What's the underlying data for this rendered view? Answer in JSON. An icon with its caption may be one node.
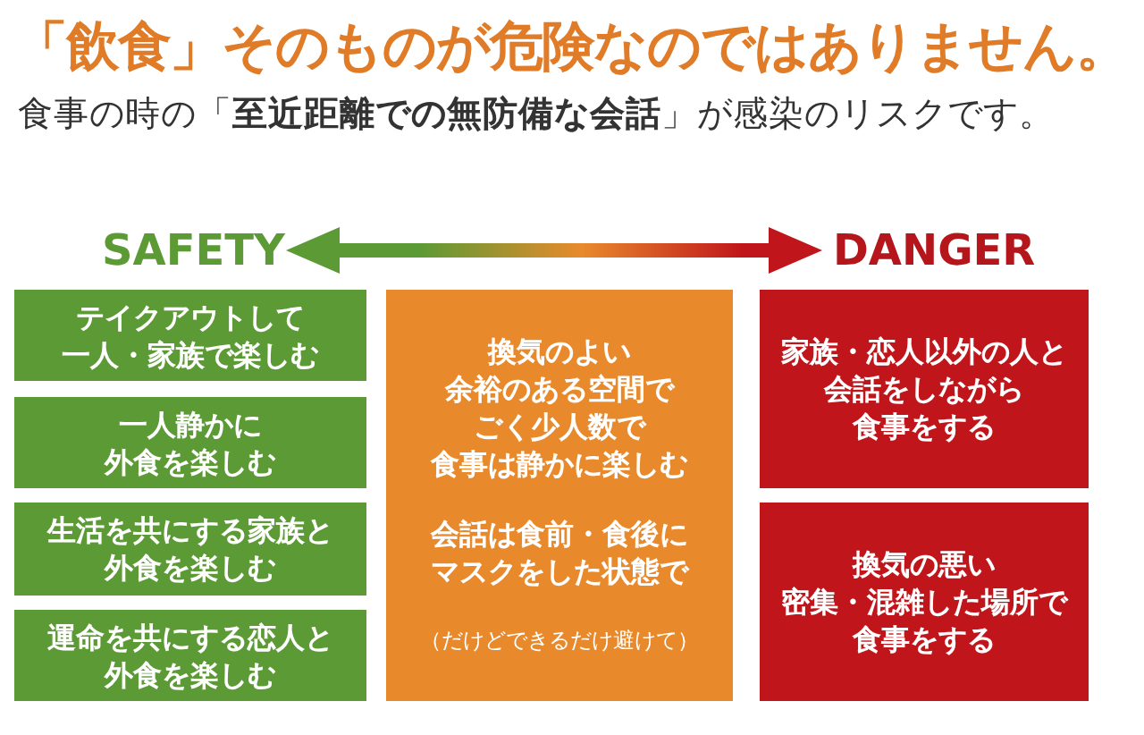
{
  "diagram": {
    "title": "「飲食」そのものが危険なのではありません。",
    "nodes": [
      {
        "text": [
          "テイクアウトして一人・家族で楽しむ"
        ]
      },
      {
        "text": [
          "一人静かに外食を楽しむ"
        ]
      },
      {
        "text": [
          "生活を共にする家族と外食を楽しむ"
        ]
      },
      {
        "text": [
          "運命を共にする恋人と外食を楽しむ"
        ]
      },
      {
        "text": [
          "換気のよい余裕のある空間でごく少人数で食事は静かに楽しむ",
          "会話は食前・食後にマスクをした状態で",
          "（だけどできるだけ避けて）"
        ]
      },
      {
        "text": [
          "家族・恋人以外の人と会話をしながら食事をする"
        ]
      },
      {
        "text": [
          "換気の悪い密集・混雑した場所で食事をする"
        ]
      }
    ],
    "labels": [
      "食事の時の「**至近距離での無防備な会話**」が感染のリスクです。",
      "SAFETY",
      "DANGER"
    ]
  }
}
